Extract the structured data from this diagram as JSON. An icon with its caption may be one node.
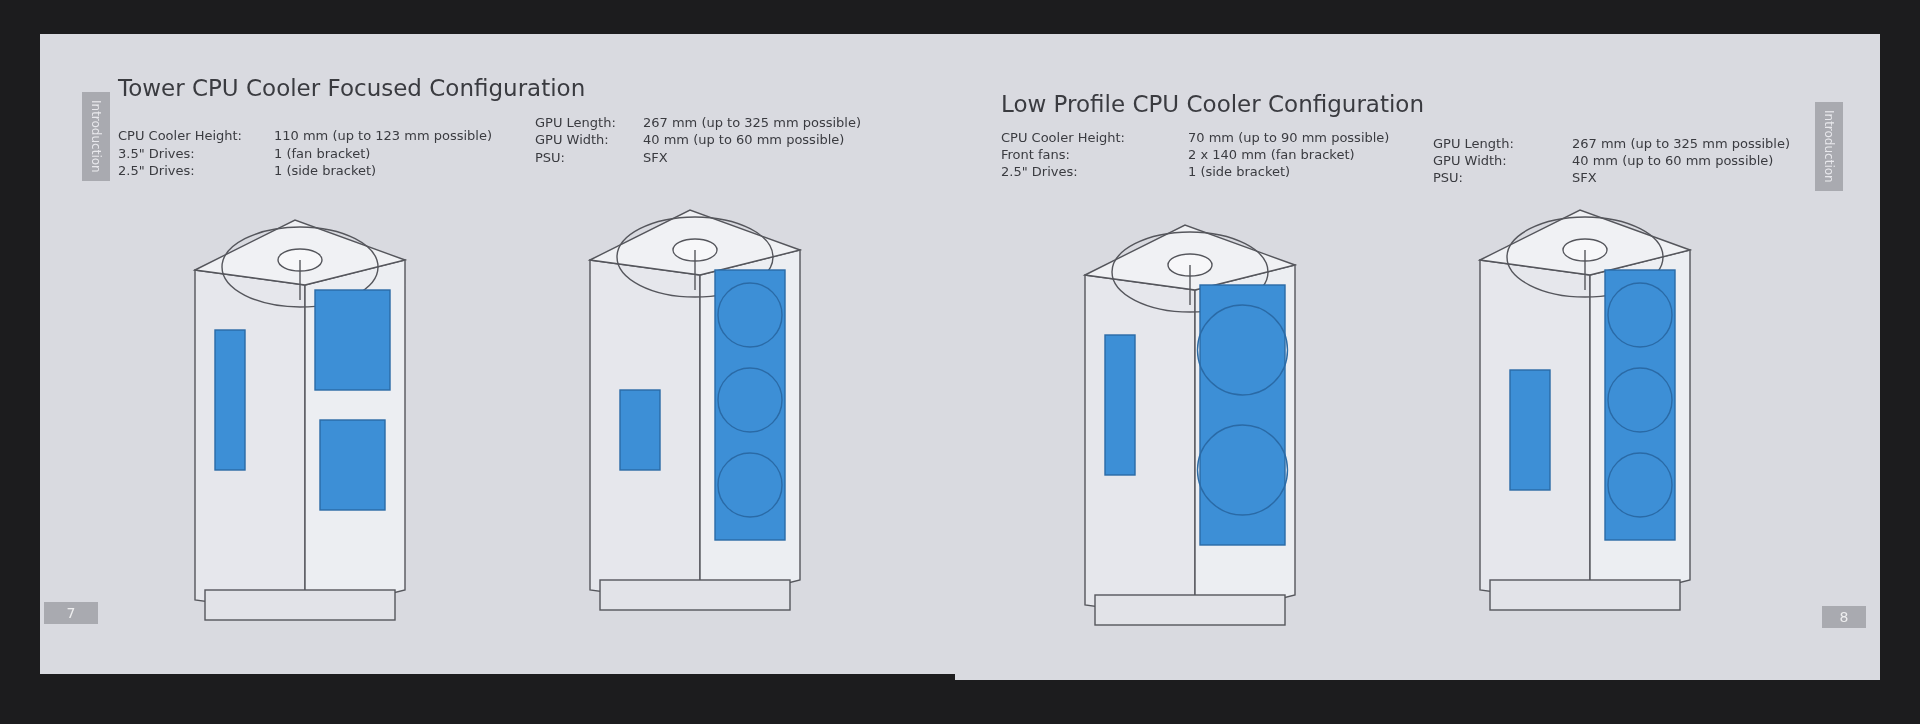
{
  "diagram": {
    "labels": [
      "Introduction",
      "Tower CPU Cooler Focused Configuration",
      "CPU Cooler Height:",
      "110 mm (up to 123 mm possible)",
      "GPU Length:",
      "267 mm (up to 325 mm possible)",
      "3.5\" Drives:",
      "1 (fan bracket)",
      "GPU Width:",
      "40 mm (up to 60 mm possible)",
      "2.5\" Drives:",
      "1 (side bracket)",
      "PSU:",
      "SFX",
      "7",
      "Low Profile CPU Cooler Configuration",
      "CPU Cooler Height:",
      "70 mm (up to 90 mm possible)",
      "GPU Length:",
      "267 mm (up to 325 mm possible)",
      "Front fans:",
      "2 x 140 mm (fan bracket)",
      "GPU Width:",
      "40 mm (up to 60 mm possible)",
      "2.5\" Drives:",
      "1 (side bracket)",
      "PSU:",
      "SFX",
      "Introduction",
      "8"
    ]
  }
}
